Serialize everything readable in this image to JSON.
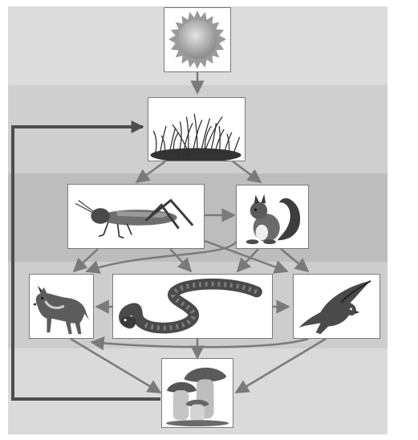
{
  "diagram": {
    "title": "",
    "levels": [
      {
        "id": "energy-source",
        "color": "#dcdcdc"
      },
      {
        "id": "producers",
        "color": "#cfcfcf"
      },
      {
        "id": "primary-consumers",
        "color": "#bdbdbd"
      },
      {
        "id": "secondary-consumers",
        "color": "#cdcdcd"
      },
      {
        "id": "decomposers",
        "color": "#dadada"
      }
    ],
    "nodes": [
      {
        "id": "sun",
        "icon": "sun-icon",
        "level": "energy-source"
      },
      {
        "id": "grass",
        "icon": "grass-icon",
        "level": "producers"
      },
      {
        "id": "grasshopper",
        "icon": "grasshopper-icon",
        "level": "primary-consumers"
      },
      {
        "id": "squirrel",
        "icon": "squirrel-icon",
        "level": "primary-consumers"
      },
      {
        "id": "wolf",
        "icon": "wolf-icon",
        "level": "secondary-consumers"
      },
      {
        "id": "snake",
        "icon": "snake-icon",
        "level": "secondary-consumers"
      },
      {
        "id": "hawk",
        "icon": "hawk-icon",
        "level": "secondary-consumers"
      },
      {
        "id": "mushrooms",
        "icon": "mushroom-icon",
        "level": "decomposers"
      }
    ],
    "edges": [
      {
        "from": "sun",
        "to": "grass"
      },
      {
        "from": "grass",
        "to": "grasshopper"
      },
      {
        "from": "grass",
        "to": "squirrel"
      },
      {
        "from": "grasshopper",
        "to": "squirrel"
      },
      {
        "from": "grasshopper",
        "to": "wolf"
      },
      {
        "from": "grasshopper",
        "to": "snake"
      },
      {
        "from": "grasshopper",
        "to": "hawk"
      },
      {
        "from": "squirrel",
        "to": "wolf"
      },
      {
        "from": "squirrel",
        "to": "snake"
      },
      {
        "from": "squirrel",
        "to": "hawk"
      },
      {
        "from": "snake",
        "to": "wolf"
      },
      {
        "from": "snake",
        "to": "hawk"
      },
      {
        "from": "snake",
        "to": "mushrooms"
      },
      {
        "from": "hawk",
        "to": "wolf"
      },
      {
        "from": "wolf",
        "to": "mushrooms"
      },
      {
        "from": "hawk",
        "to": "mushrooms"
      },
      {
        "from": "mushrooms",
        "to": "grass",
        "style": "nutrient-cycle"
      }
    ],
    "colors": {
      "arrow": "#7a7a7a",
      "cycle_arrow": "#4d4d4d",
      "node_border": "#7a7a7a"
    }
  }
}
